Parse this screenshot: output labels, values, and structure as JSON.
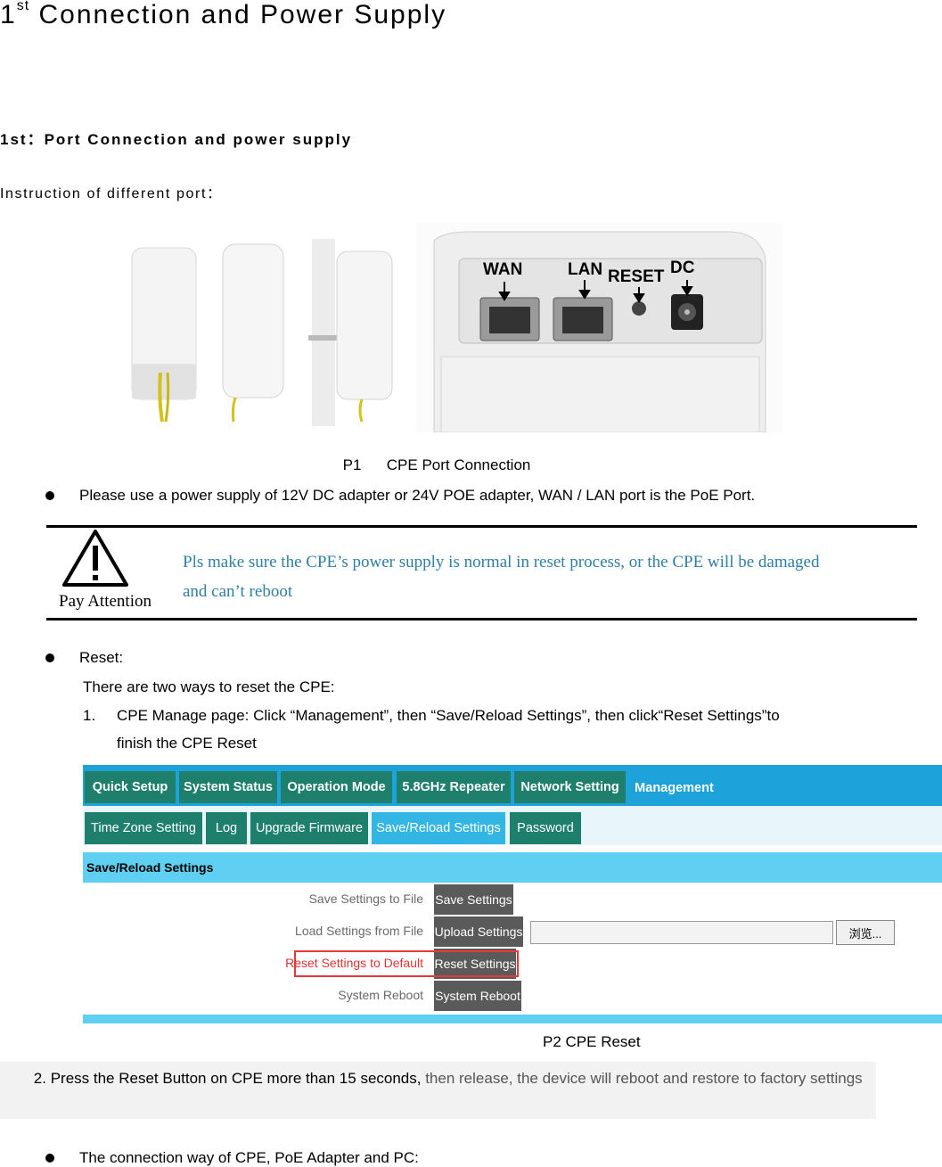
{
  "heading": {
    "number": "1",
    "suffix": "st",
    "text": " Connection and Power Supply"
  },
  "section_heading": "1st：Port Connection and power supply",
  "intro": "Instruction of different port：",
  "photo_labels": {
    "wan": "WAN",
    "lan": "LAN",
    "reset": "RESET",
    "dc": "DC"
  },
  "caption1": "P1      CPE Port Connection",
  "bullet1": "Please use a power supply of 12V DC adapter or 24V POE adapter, WAN / LAN port is the PoE Port.",
  "warning": {
    "label": "Pay Attention",
    "text": "Pls make sure the CPE’s power supply is normal in reset process, or the CPE will be damaged and can’t reboot"
  },
  "bullet2": "Reset:",
  "reset_intro": "There are two ways to reset the CPE:",
  "step1": {
    "num": "1.",
    "line1": "CPE Manage page: Click “Management”, then “Save/Reload Settings”, then click“Reset Settings”to",
    "line2": "finish the CPE Reset"
  },
  "ui": {
    "tabs": [
      "Quick Setup",
      "System Status",
      "Operation Mode",
      "5.8GHz Repeater",
      "Network Setting",
      "Management"
    ],
    "subtabs": [
      "Time Zone Setting",
      "Log",
      "Upgrade Firmware",
      "Save/Reload Settings",
      "Password"
    ],
    "section_title": "Save/Reload Settings",
    "rows": [
      {
        "label": "Save Settings to File",
        "button": "Save Settings"
      },
      {
        "label": "Load Settings from File",
        "button": "Upload Settings"
      },
      {
        "label": "Reset Settings to Default",
        "button": "Reset Settings"
      },
      {
        "label": "System Reboot",
        "button": "System Reboot"
      }
    ],
    "browse_button": "浏览...",
    "highlight_color": "#e53935"
  },
  "caption2": "P2 CPE Reset",
  "step2": {
    "dark": "        2. Press the Reset Button on CPE more than 15 seconds,",
    "grey": " then release, the device will reboot and restore to factory settings"
  },
  "bullet3": "The connection way of CPE, PoE Adapter and PC:"
}
